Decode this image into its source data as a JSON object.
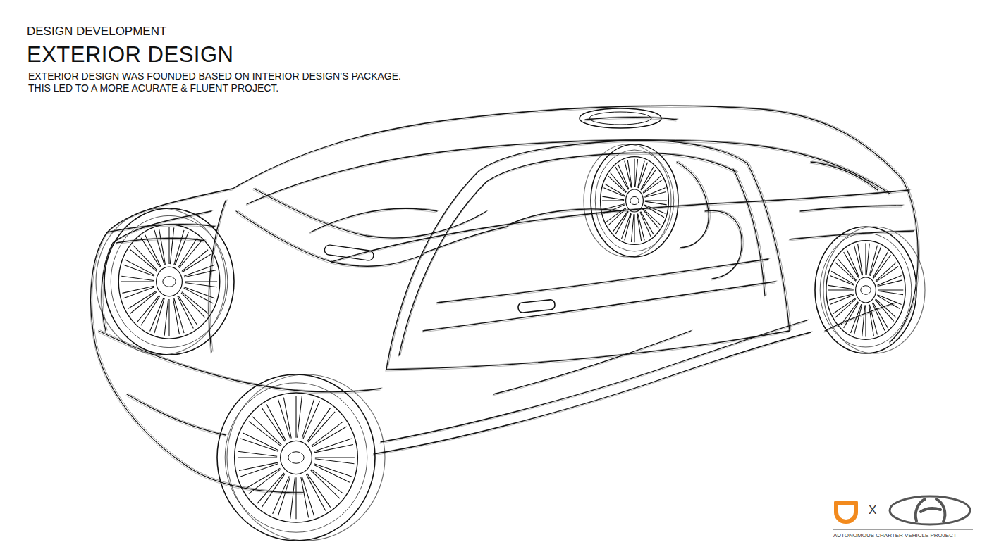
{
  "diagram": {
    "title": "EXTERIOR DESIGN",
    "labels": [
      "DESIGN DEVELOPMENT",
      "EXTERIOR DESIGN WAS FOUNDED BASED ON INTERIOR DESIGN’S PACKAGE. THIS LED TO A MORE ACURATE & FLUENT PROJECT.",
      "X",
      "AUTONOMOUS CHARTER VEHICLE PROJECT"
    ]
  }
}
